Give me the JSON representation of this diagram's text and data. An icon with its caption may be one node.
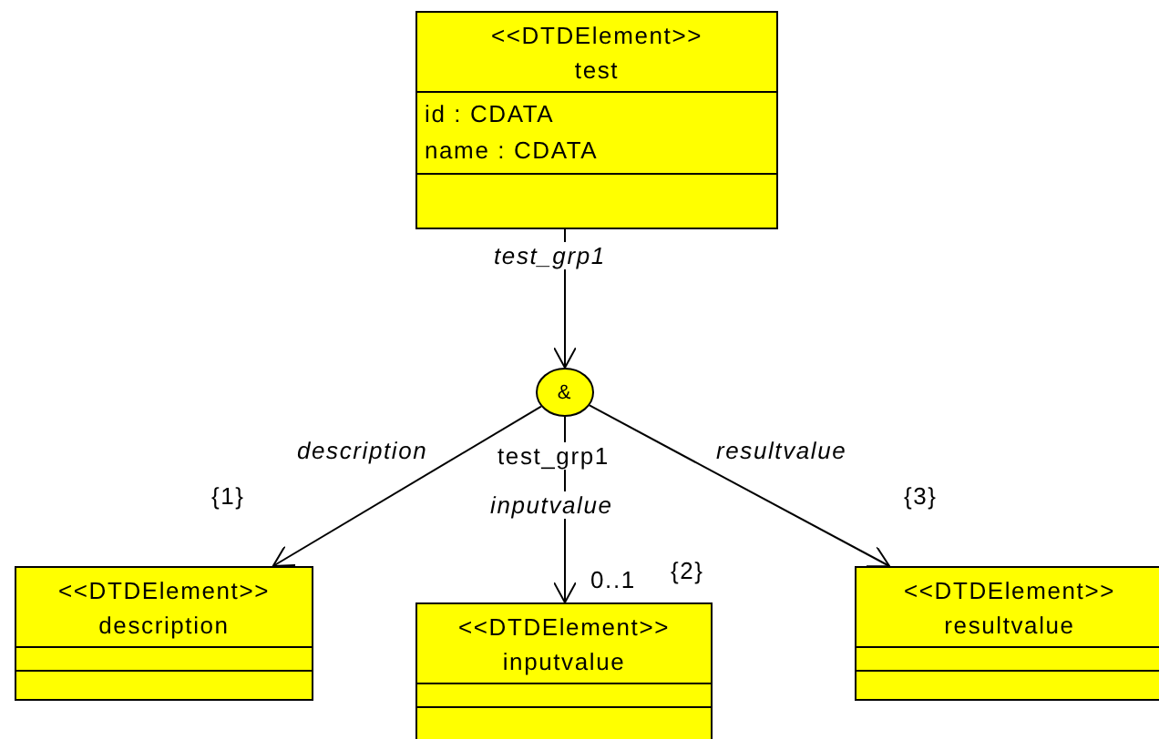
{
  "diagram": {
    "nodes": [
      {
        "text": [
          "<<DTDElement>>",
          "test",
          "id : CDATA",
          "name : CDATA"
        ]
      },
      {
        "text": [
          "&"
        ],
        "beside": [
          "test_grp1"
        ]
      },
      {
        "text": [
          "<<DTDElement>>",
          "description"
        ]
      },
      {
        "text": [
          "<<DTDElement>>",
          "inputvalue"
        ]
      },
      {
        "text": [
          "<<DTDElement>>",
          "resultvalue"
        ]
      }
    ],
    "edges": [
      {
        "from": 0,
        "to": 1,
        "arrow": "to",
        "label": "test_grp1"
      },
      {
        "from": 1,
        "to": 2,
        "arrow": "to",
        "label": "description"
      },
      {
        "from": 1,
        "to": 3,
        "arrow": "to",
        "label": "inputvalue"
      },
      {
        "from": 1,
        "to": 4,
        "arrow": "to",
        "label": "resultvalue"
      }
    ],
    "labels": [
      "{1}",
      "0..1",
      "{2}",
      "{3}"
    ]
  }
}
